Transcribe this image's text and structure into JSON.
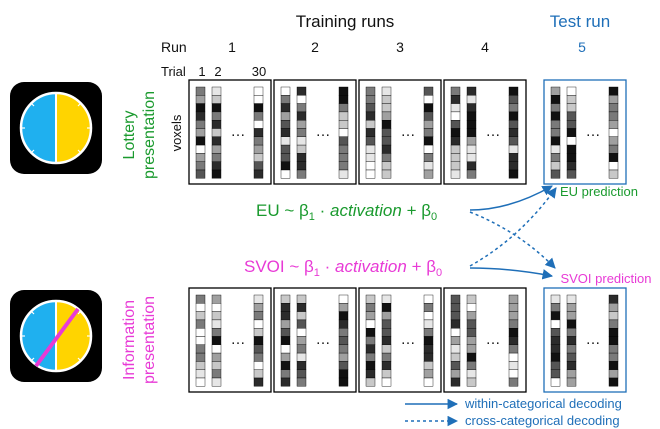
{
  "headers": {
    "training_runs": "Training runs",
    "test_run": "Test run",
    "run_label": "Run",
    "trial_label": "Trial",
    "voxels_label": "voxels"
  },
  "run_numbers": [
    "1",
    "2",
    "3",
    "4",
    "5"
  ],
  "trial_numbers": [
    "1",
    "2",
    "30"
  ],
  "ellipsis": "…",
  "rows": {
    "lottery": {
      "line1": "Lottery",
      "line2": "presentation"
    },
    "information": {
      "line1": "Information",
      "line2": "presentation"
    }
  },
  "equations": {
    "eu": {
      "lhs": "EU ~ β",
      "sub1": "1",
      "mid": " · ",
      "term": "activation",
      "plus": " + β",
      "sub0": "0"
    },
    "svoi": {
      "lhs": "SVOI ~ β",
      "sub1": "1",
      "mid": " · ",
      "term": "activation",
      "plus": " + β",
      "sub0": "0"
    }
  },
  "predictions": {
    "eu": "EU prediction",
    "svoi": "SVOI prediction"
  },
  "legend": {
    "solid": "within-categorical decoding",
    "dashed": "cross-categorical decoding"
  },
  "colors": {
    "green": "#1a9a2e",
    "magenta": "#e83ad6",
    "blue": "#1f6fb8",
    "wheel_blue": "#1fb0ef",
    "wheel_yellow": "#ffd400"
  }
}
